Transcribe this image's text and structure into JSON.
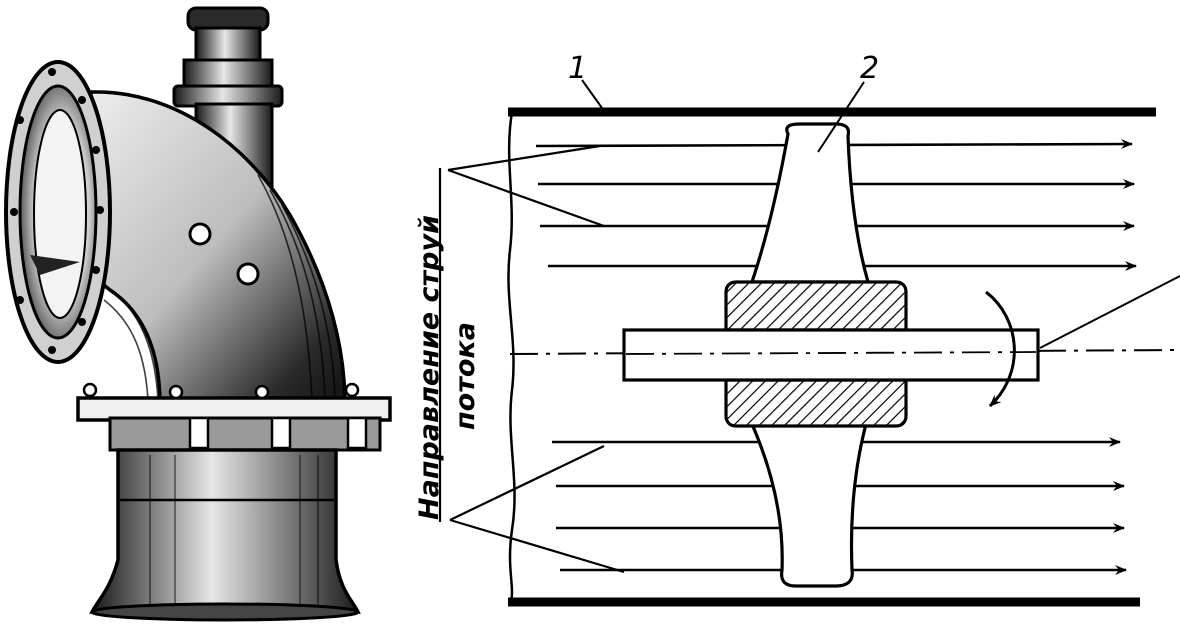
{
  "labels": {
    "wall_number": "1",
    "impeller_number": "2",
    "flow_direction_line1": "Направление струй",
    "flow_direction_line2": "потока"
  },
  "colors": {
    "ink": "#000000",
    "paper": "#ffffff",
    "metal_dark": "#1a1a1a",
    "metal_mid": "#5a5a5a",
    "metal_light": "#d8d8d8"
  },
  "icons": {
    "pump": "axial-pump-elbow-illustration",
    "rotation": "curved-arrow-icon"
  }
}
